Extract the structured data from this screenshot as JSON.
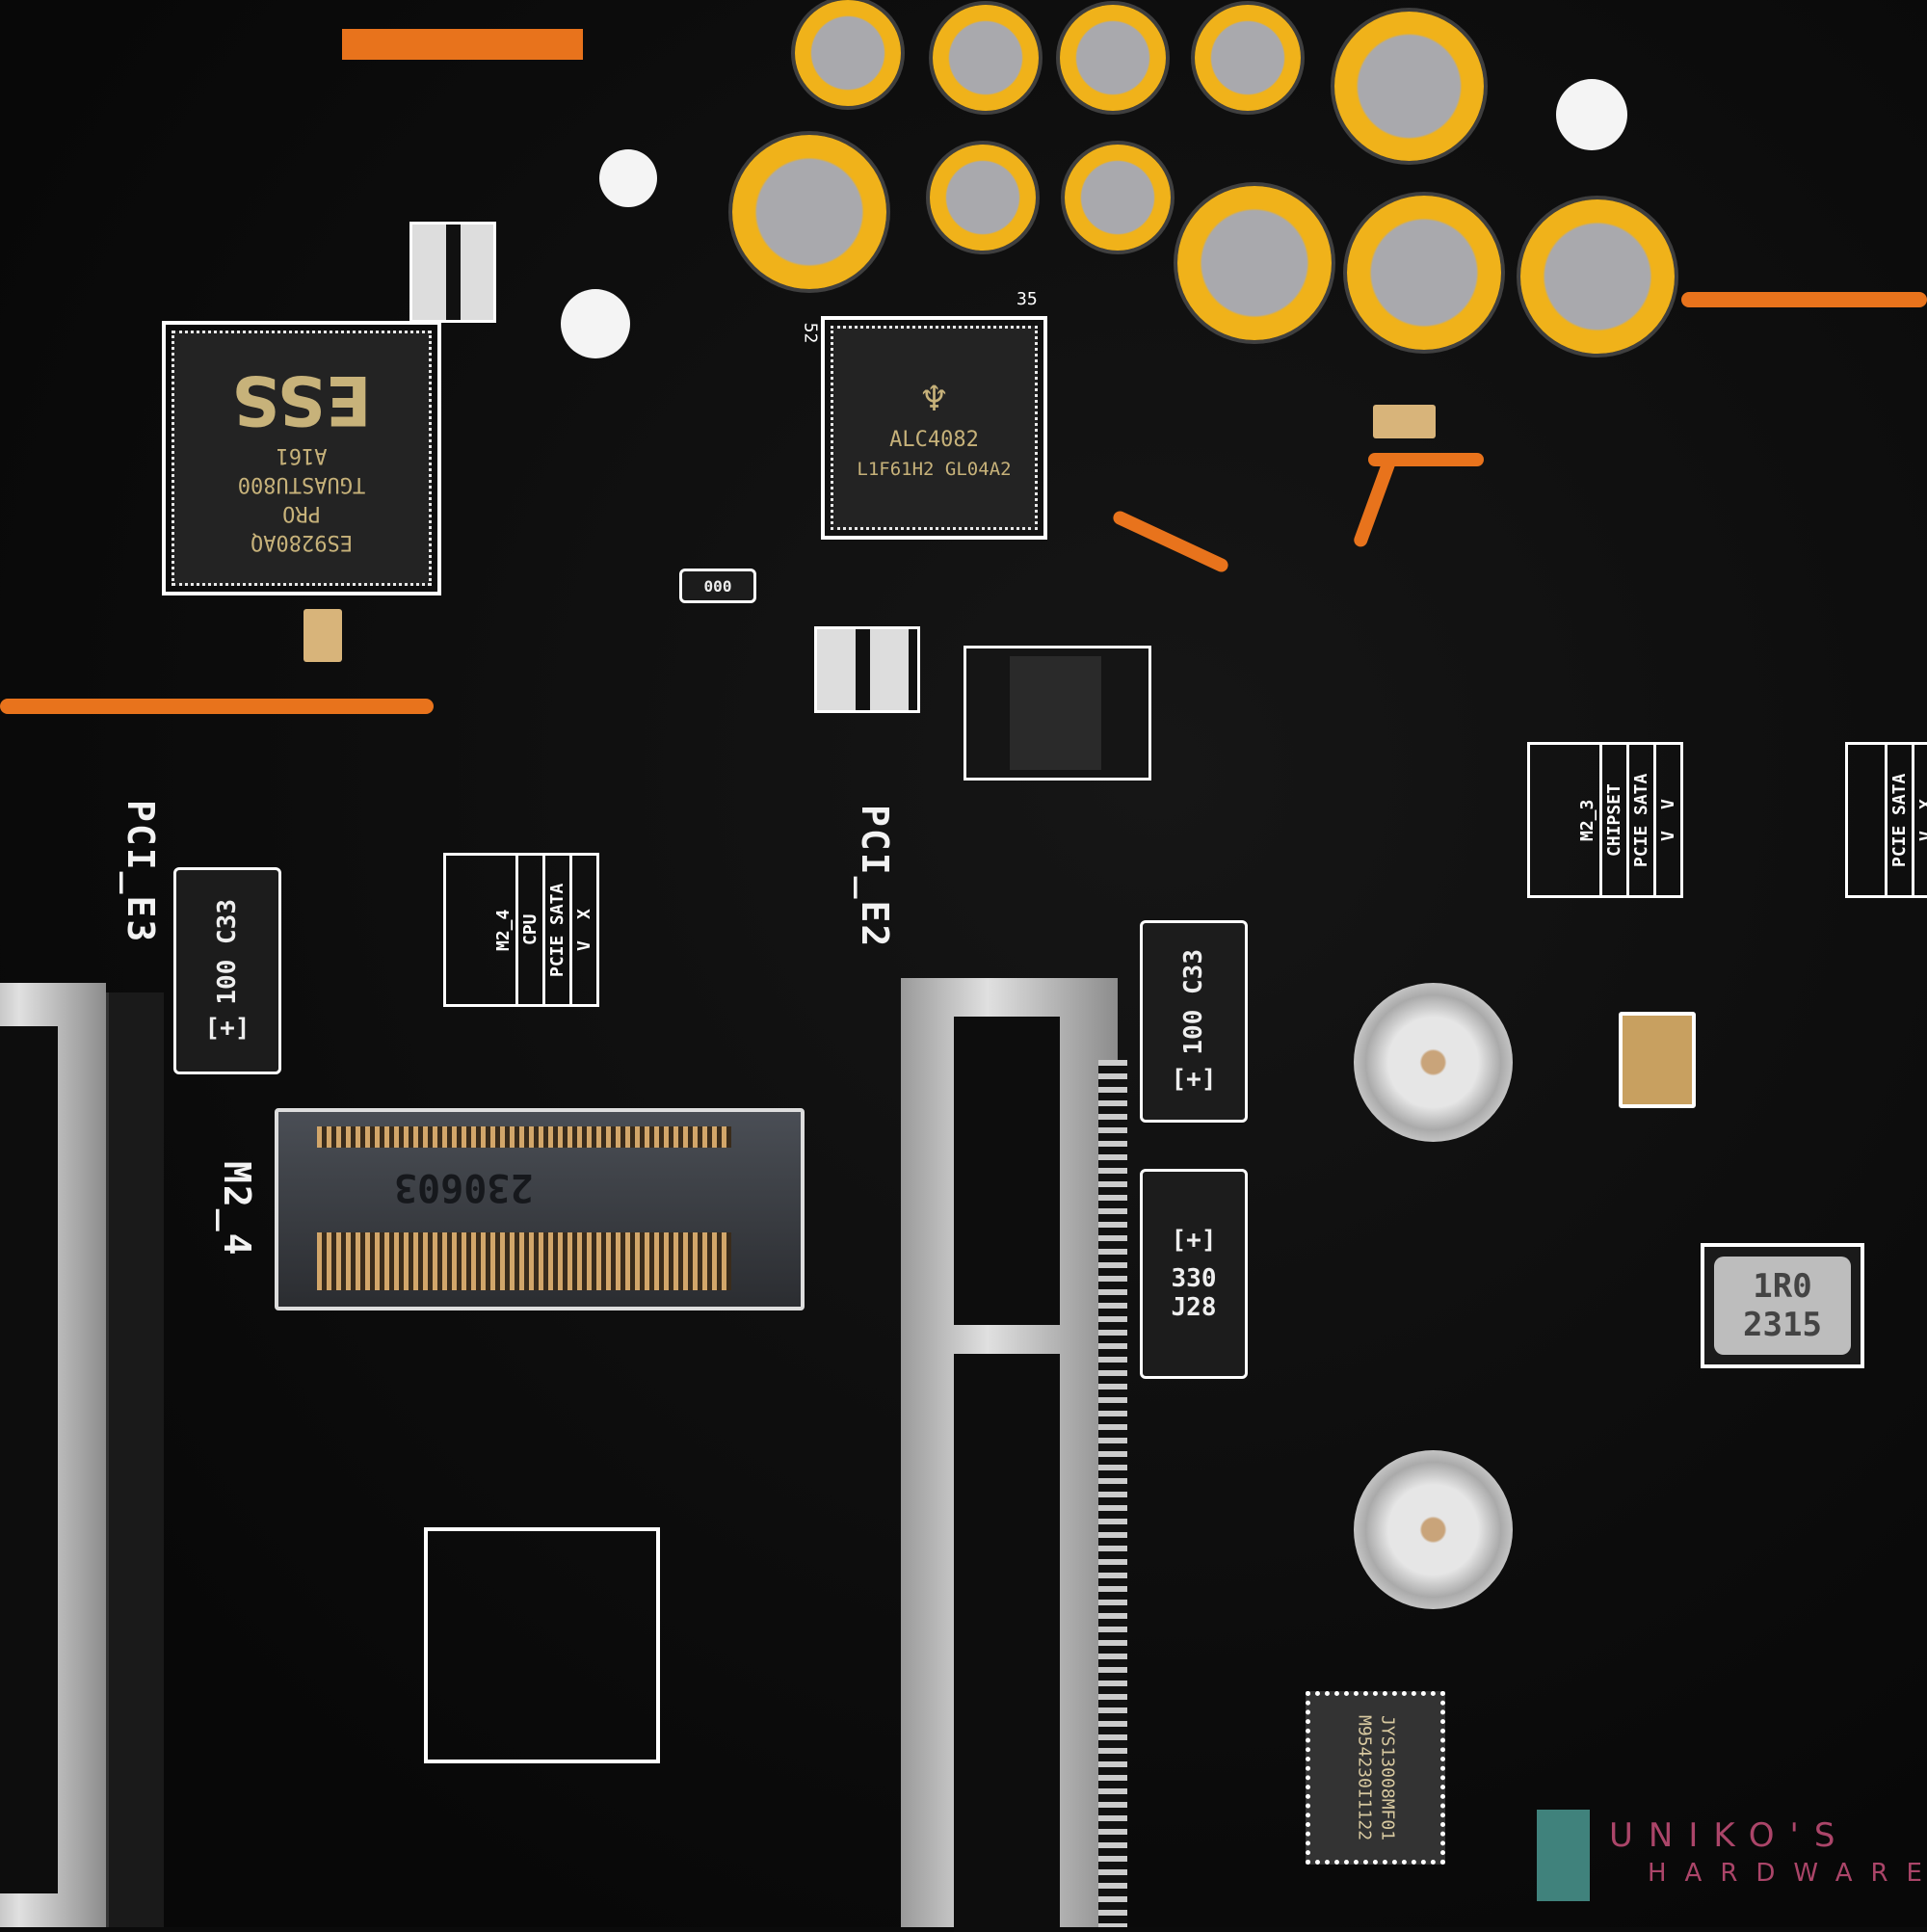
{
  "board": {
    "ess_chip": {
      "logo": "ESS",
      "lines": [
        "ES9280AQ",
        "PRO",
        "TGUASTU800",
        "A161"
      ]
    },
    "realtek_chip": {
      "lines": [
        "ALC4082",
        "L1F61H2 GL04A2"
      ],
      "pin_labels": [
        "35",
        "52"
      ]
    },
    "slot_labels": {
      "pci_e3": "PCI_E3",
      "pci_e2": "PCI_E2",
      "m2_4": "M2_4"
    },
    "m2_4_table": {
      "title": "M2_4",
      "source": "CPU",
      "modes": [
        "PCIE",
        "SATA"
      ],
      "marks": [
        "V",
        "X"
      ]
    },
    "m2_3_table": {
      "title": "M2_3",
      "source": "CHIPSET",
      "modes": [
        "PCIE",
        "SATA"
      ],
      "marks": [
        "V",
        "V"
      ]
    },
    "right_table": {
      "modes": [
        "PCIE",
        "SATA"
      ],
      "marks": [
        "V",
        "X"
      ]
    },
    "capacitor_a": {
      "value": "100",
      "code": "C33",
      "polarity": "[+]"
    },
    "capacitor_b": {
      "value": "100",
      "code": "C33",
      "polarity": "[+]"
    },
    "capacitor_c": {
      "value": "330",
      "code": "J28",
      "polarity": "[+]"
    },
    "m2_connector_code": "230603",
    "inductor": {
      "line1": "1R0",
      "line2": "2315"
    },
    "flash_chip": {
      "lines": [
        "JYS13008MF01",
        "M954230I1122"
      ]
    },
    "resistor_code": "000"
  },
  "watermark": {
    "line1": "UNIKO'S",
    "line2": "HARDWARE"
  },
  "colors": {
    "pcb": "#0b0b0b",
    "trace": "#e8731c",
    "cap": "#f0b21a"
  }
}
